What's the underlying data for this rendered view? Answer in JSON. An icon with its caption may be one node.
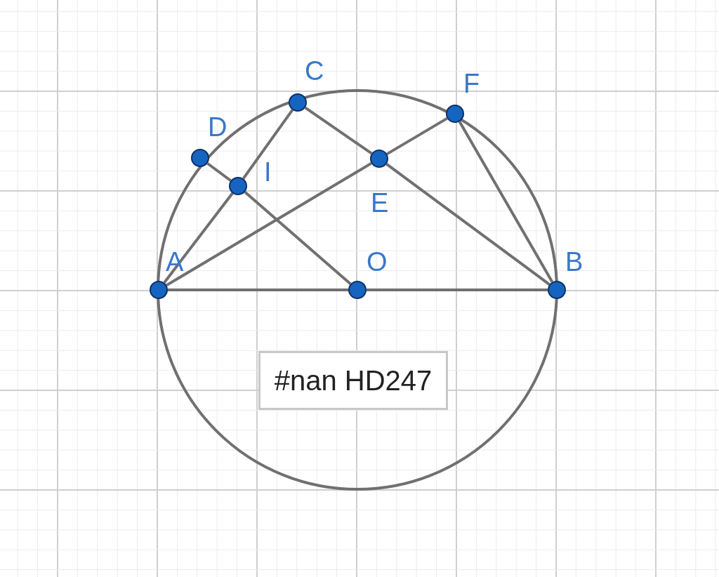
{
  "diagram": {
    "nodes": [
      {
        "text": [
          "C"
        ]
      },
      {
        "text": [
          "F"
        ]
      },
      {
        "text": [
          "D"
        ]
      },
      {
        "text": [
          "E"
        ]
      },
      {
        "text": [
          "I"
        ]
      },
      {
        "text": [
          "A"
        ]
      },
      {
        "text": [
          "O"
        ]
      },
      {
        "text": [
          "B"
        ]
      }
    ],
    "edges": [
      {
        "from": 5,
        "to": 6,
        "arrow": "none"
      },
      {
        "from": 6,
        "to": 7,
        "arrow": "none"
      },
      {
        "from": 5,
        "to": 4,
        "arrow": "none"
      },
      {
        "from": 4,
        "to": 0,
        "arrow": "none"
      },
      {
        "from": 2,
        "to": 4,
        "arrow": "none"
      },
      {
        "from": 4,
        "to": 6,
        "arrow": "none"
      },
      {
        "from": 0,
        "to": 3,
        "arrow": "none"
      },
      {
        "from": 3,
        "to": 7,
        "arrow": "none"
      },
      {
        "from": 5,
        "to": 3,
        "arrow": "none"
      },
      {
        "from": 3,
        "to": 1,
        "arrow": "none"
      },
      {
        "from": 1,
        "to": 7,
        "arrow": "none"
      }
    ],
    "labels": [
      "#nan HD247"
    ]
  }
}
